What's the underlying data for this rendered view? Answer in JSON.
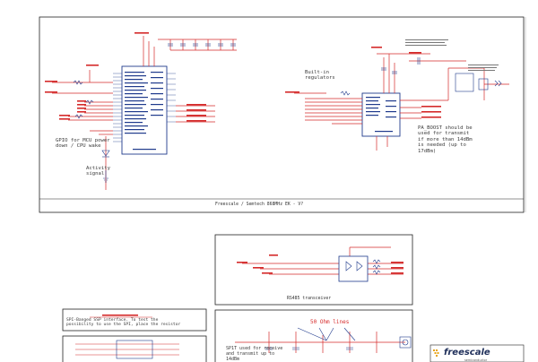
{
  "annotations": {
    "gpio_note": "GPIO for MCU power\ndown / CPU wake",
    "activity_note": "Activity\nsignal",
    "regulators_note": "Built-in\nregulators",
    "boost_note": "PA_BOOST should be\nused for transmit\nif more than 14dBm\nis needed (up to\n17dBm)",
    "sheet_title": "Freescale / Semtech 868MHz EK - V?",
    "transceiver_caption": "RS485 transceiver",
    "spi_note": "SPI-Banged SSP interface. To test the\npossibility to use the SPI, place the resistor",
    "ohm_lines_note": "50 Ohm lines",
    "rx_tx_note": "SP1T used for receive\nand transmit up to\n14dBm"
  },
  "logo": {
    "name": "freescale",
    "tagline": "semiconductor"
  },
  "colors": {
    "wire": "#d42a2a",
    "component": "#1f3a8c",
    "border": "#222222",
    "text": "#333333"
  }
}
